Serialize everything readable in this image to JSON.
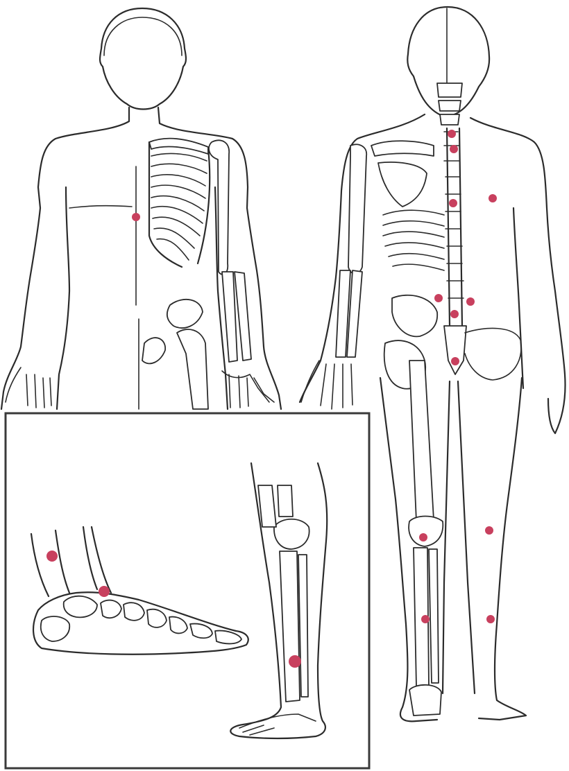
{
  "figure": {
    "views": [
      {
        "name": "front-view"
      },
      {
        "name": "back-view"
      },
      {
        "name": "inset-foot-and-leg"
      }
    ],
    "marker_color": "#c8405e",
    "line_color": "#2b2b2b",
    "background": "#ffffff"
  }
}
